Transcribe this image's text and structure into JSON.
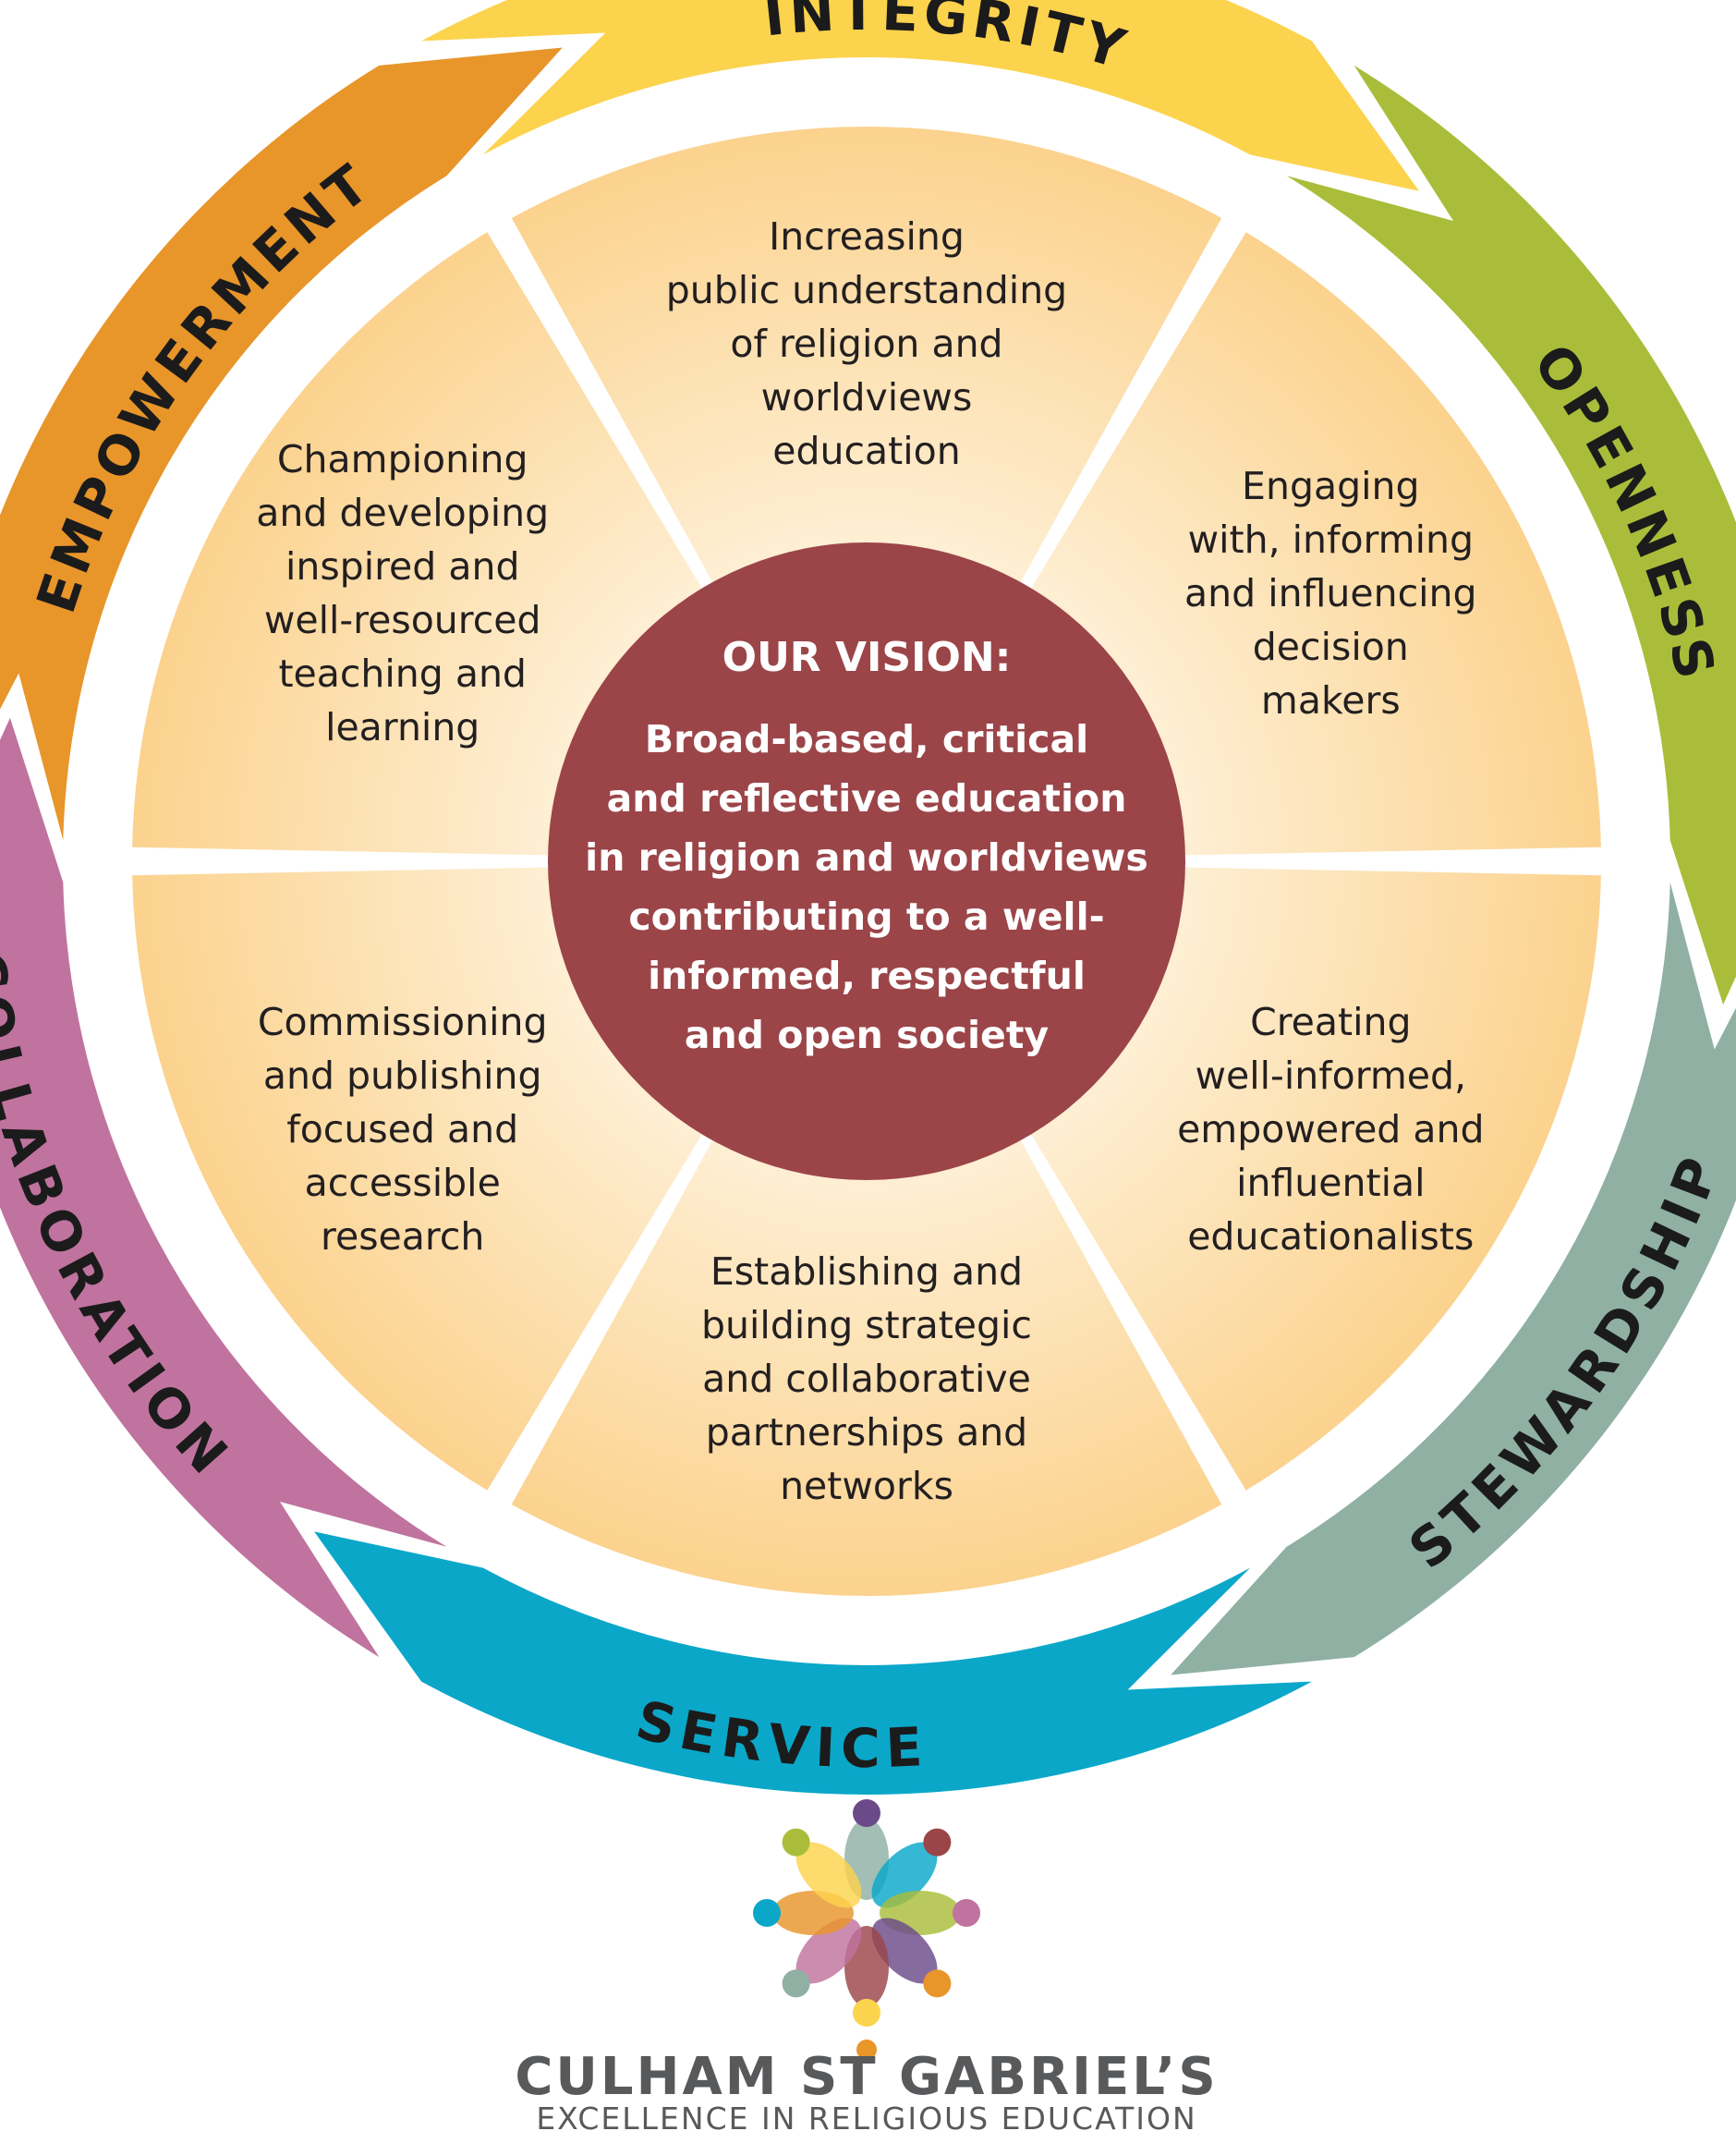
{
  "values_ring": [
    {
      "label": "INTEGRITY",
      "color": "#fcd34d"
    },
    {
      "label": "OPENNESS",
      "color": "#a9bd3a"
    },
    {
      "label": "STEWARDSHIP",
      "color": "#8fb0a3"
    },
    {
      "label": "SERVICE",
      "color": "#0aa7c9"
    },
    {
      "label": "COLLABORATION",
      "color": "#c0739e"
    },
    {
      "label": "EMPOWERMENT",
      "color": "#e8952a"
    }
  ],
  "segments": [
    {
      "lines": [
        "Increasing",
        "public understanding",
        "of religion and",
        "worldviews",
        "education"
      ]
    },
    {
      "lines": [
        "Engaging",
        "with, informing",
        "and influencing",
        "decision",
        "makers"
      ]
    },
    {
      "lines": [
        "Creating",
        "well-informed,",
        "empowered and",
        "influential",
        "educationalists"
      ]
    },
    {
      "lines": [
        "Establishing and",
        "building strategic",
        "and collaborative",
        "partnerships and",
        "networks"
      ]
    },
    {
      "lines": [
        "Commissioning",
        "and publishing",
        "focused and",
        "accessible",
        "research"
      ]
    },
    {
      "lines": [
        "Championing",
        "and developing",
        "inspired and",
        "well-resourced",
        "teaching and",
        "learning"
      ]
    }
  ],
  "vision": {
    "title": "OUR VISION:",
    "lines": [
      "Broad-based, critical",
      "and reflective education",
      "in religion and worldviews",
      "contributing to a well-",
      "informed, respectful",
      "and open society"
    ],
    "color": "#9b4549"
  },
  "colors": {
    "segment_center": "#fffaf0",
    "segment_edge": "#fbd28d"
  },
  "brand": {
    "name": "CULHAM ST GABRIEL’S",
    "tagline": "EXCELLENCE IN RELIGIOUS EDUCATION",
    "logo_icon": "flower-of-figures-logo"
  }
}
